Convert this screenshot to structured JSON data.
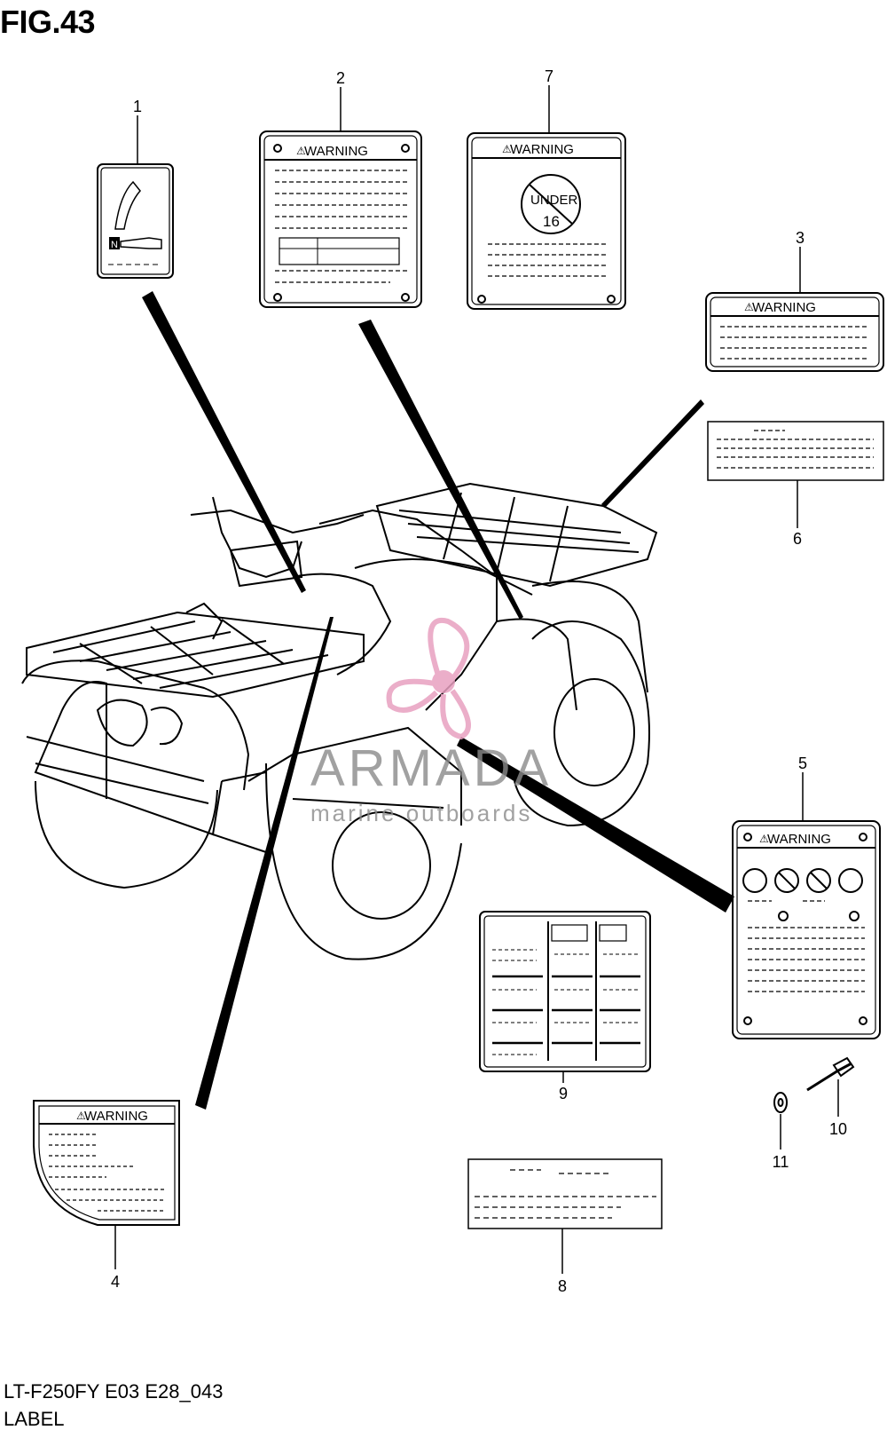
{
  "figure": {
    "title": "FIG.43",
    "model_code": "LT-F250FY E03 E28_043",
    "section_label": "LABEL"
  },
  "watermark": {
    "brand": "ARMADA",
    "tagline": "marine outboards",
    "logo_color": "#e8a0c0",
    "text_color": "#888888"
  },
  "callouts": [
    {
      "number": "1"
    },
    {
      "number": "2"
    },
    {
      "number": "3"
    },
    {
      "number": "4"
    },
    {
      "number": "5"
    },
    {
      "number": "6"
    },
    {
      "number": "7"
    },
    {
      "number": "8"
    },
    {
      "number": "9"
    },
    {
      "number": "10"
    },
    {
      "number": "11"
    }
  ],
  "labels": {
    "warning_2": "WARNING",
    "warning_7": "WARNING",
    "warning_3": "WARNING",
    "warning_5": "WARNING",
    "warning_4": "WARNING",
    "under_word": "UNDER",
    "under_age": "16",
    "gear_letter": "N"
  }
}
